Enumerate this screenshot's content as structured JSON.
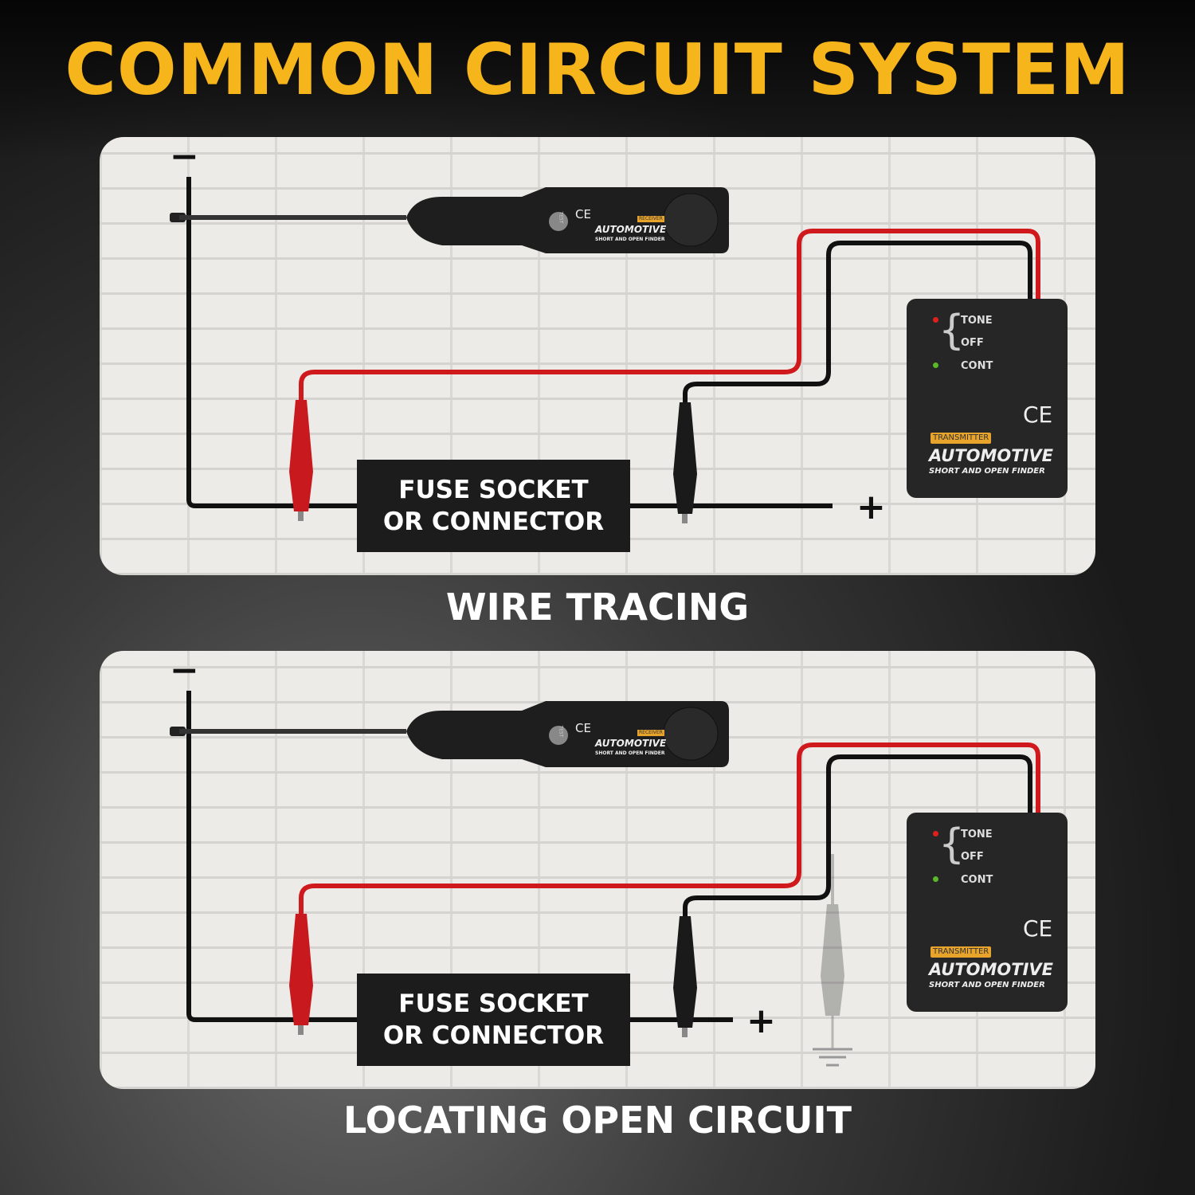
{
  "title": "COMMON CIRCUIT SYSTEM",
  "colors": {
    "title": "#f7b51c",
    "red_wire": "#d0191d",
    "black_wire": "#111111"
  },
  "panels": [
    {
      "caption": "WIRE TRACING",
      "fuse_line1": "FUSE SOCKET",
      "fuse_line2": "OR CONNECTOR",
      "negative": "−",
      "positive": "+",
      "receiver": {
        "ce": "CE",
        "badge": "RECEIVER",
        "brand": "AUTOMOTIVE",
        "sub": "SHORT AND OPEN FINDER",
        "test": "TEST"
      },
      "transmitter": {
        "modes": [
          "TONE",
          "OFF",
          "CONT"
        ],
        "ce": "CE",
        "badge": "TRANSMITTER",
        "brand": "AUTOMOTIVE",
        "sub": "SHORT AND OPEN FINDER"
      }
    },
    {
      "caption": "LOCATING OPEN CIRCUIT",
      "fuse_line1": "FUSE SOCKET",
      "fuse_line2": "OR CONNECTOR",
      "negative": "−",
      "positive": "+",
      "receiver": {
        "ce": "CE",
        "badge": "RECEIVER",
        "brand": "AUTOMOTIVE",
        "sub": "SHORT AND OPEN FINDER",
        "test": "TEST"
      },
      "transmitter": {
        "modes": [
          "TONE",
          "OFF",
          "CONT"
        ],
        "ce": "CE",
        "badge": "TRANSMITTER",
        "brand": "AUTOMOTIVE",
        "sub": "SHORT AND OPEN FINDER"
      },
      "ground_clip": true
    }
  ]
}
